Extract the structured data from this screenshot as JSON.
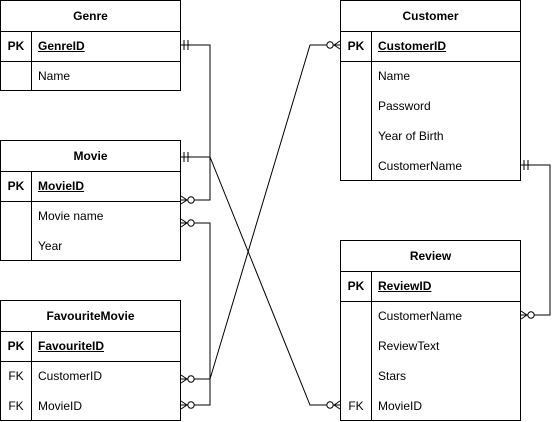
{
  "entities": {
    "genre": {
      "title": "Genre",
      "rows": [
        {
          "key": "PK",
          "field": "GenreID"
        },
        {
          "key": "",
          "field": "Name"
        }
      ]
    },
    "movie": {
      "title": "Movie",
      "rows": [
        {
          "key": "PK",
          "field": "MovieID"
        },
        {
          "key": "",
          "field": "Movie name"
        },
        {
          "key": "",
          "field": "Year"
        }
      ]
    },
    "favourite": {
      "title": "FavouriteMovie",
      "rows": [
        {
          "key": "PK",
          "field": "FavouriteID"
        },
        {
          "key": "FK",
          "field": "CustomerID"
        },
        {
          "key": "FK",
          "field": "MovieID"
        }
      ]
    },
    "customer": {
      "title": "Customer",
      "rows": [
        {
          "key": "PK",
          "field": "CustomerID"
        },
        {
          "key": "",
          "field": "Name"
        },
        {
          "key": "",
          "field": "Password"
        },
        {
          "key": "",
          "field": "Year of Birth"
        },
        {
          "key": "",
          "field": "CustomerName"
        }
      ]
    },
    "review": {
      "title": "Review",
      "rows": [
        {
          "key": "PK",
          "field": "ReviewID"
        },
        {
          "key": "",
          "field": "CustomerName"
        },
        {
          "key": "",
          "field": "ReviewText"
        },
        {
          "key": "",
          "field": "Stars"
        },
        {
          "key": "FK",
          "field": "MovieID"
        }
      ]
    }
  },
  "relationships": [
    {
      "from": "Genre.GenreID",
      "from_card": "one",
      "to": "Movie.MovieID",
      "to_card": "zero-or-many"
    },
    {
      "from": "Movie.MovieID",
      "from_card": "one",
      "to": "Review.MovieID",
      "to_card": "zero-or-many"
    },
    {
      "from": "FavouriteMovie.CustomerID",
      "from_card": "zero-or-many",
      "to": "Customer.CustomerID",
      "to_card": "zero-or-many"
    },
    {
      "from": "FavouriteMovie.MovieID",
      "from_card": "zero-or-many",
      "to": "Movie.Movie name",
      "to_card": "zero-or-many"
    },
    {
      "from": "Customer.CustomerName",
      "from_card": "one",
      "to": "Review.CustomerName",
      "to_card": "zero-or-many"
    }
  ]
}
